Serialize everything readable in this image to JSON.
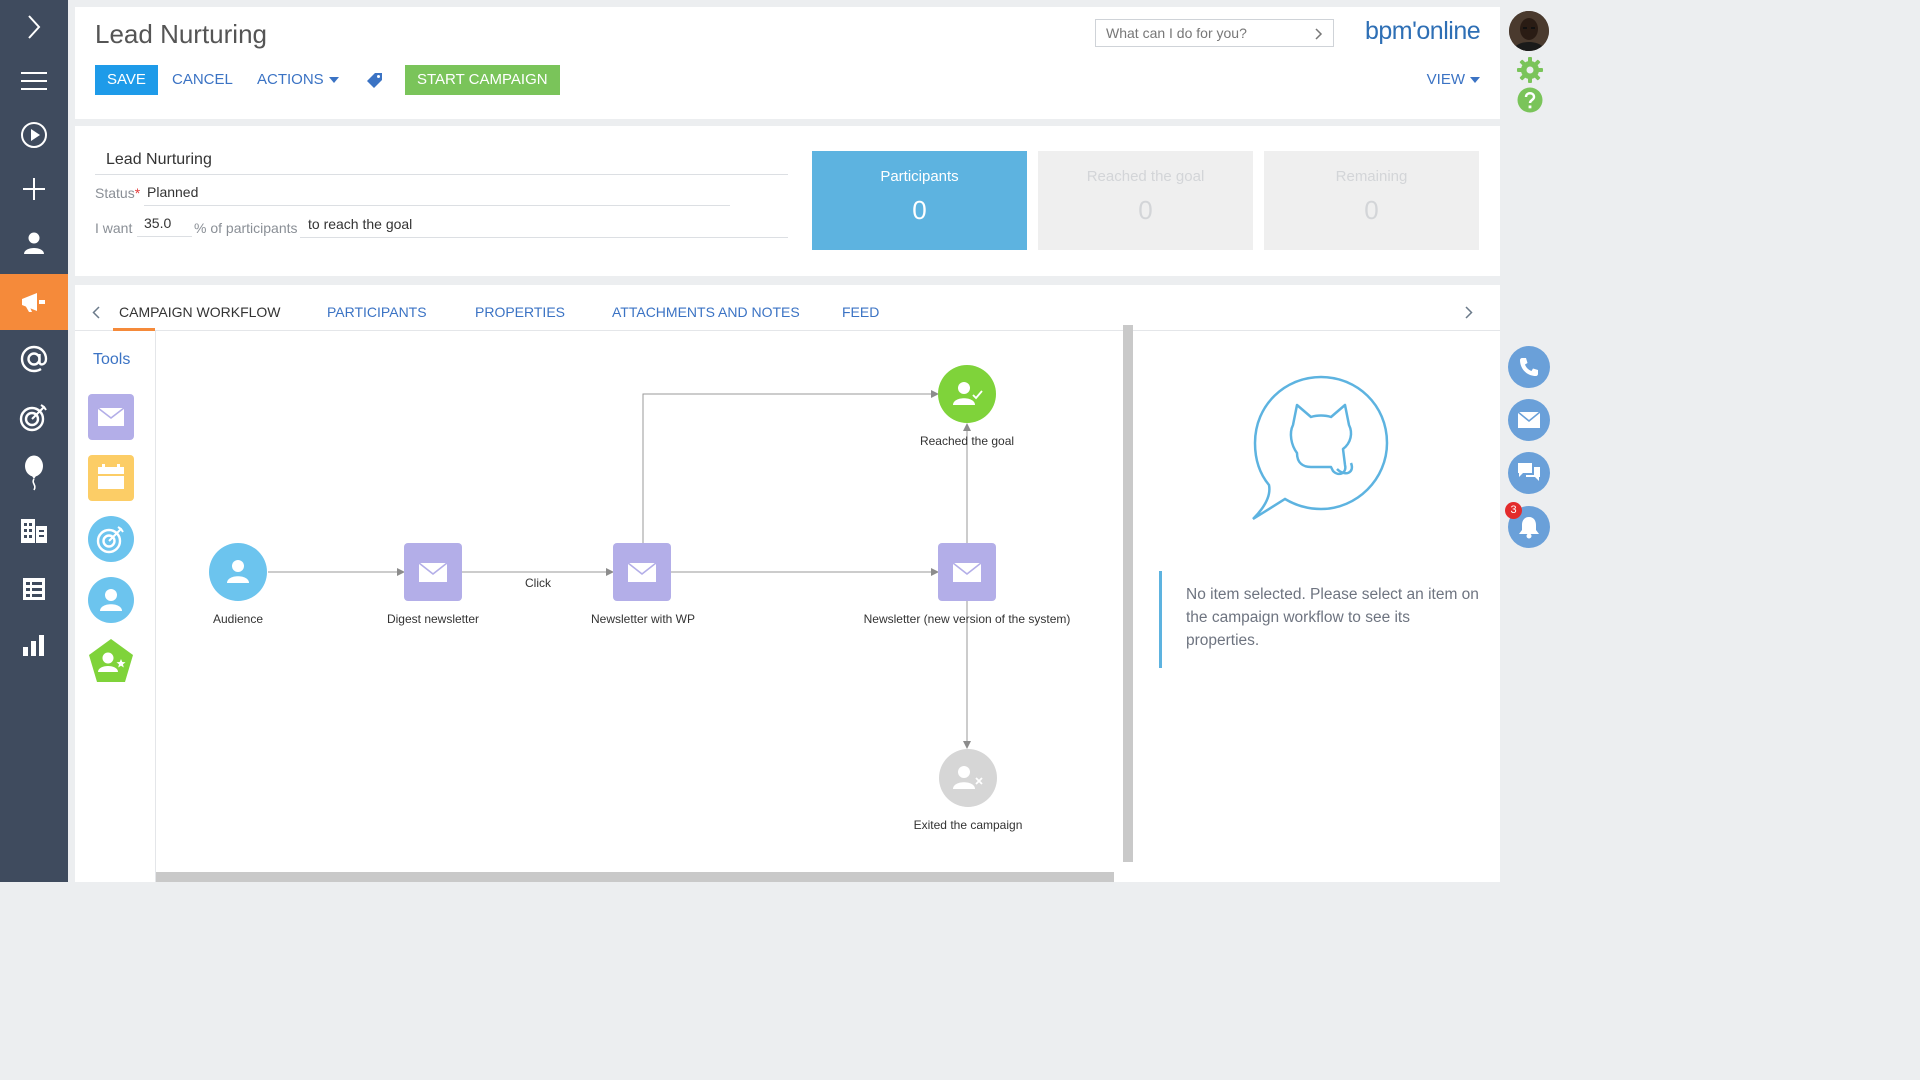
{
  "page": {
    "title": "Lead Nurturing"
  },
  "toolbar": {
    "save_label": "SAVE",
    "cancel_label": "CANCEL",
    "actions_label": "ACTIONS",
    "start_label": "START CAMPAIGN",
    "view_label": "VIEW"
  },
  "search": {
    "placeholder": "What can I do for you?"
  },
  "brand": {
    "logo_text": "bpm'online"
  },
  "form": {
    "name_value": "Lead Nurturing",
    "status_label": "Status",
    "status_value": "Planned",
    "iwant_label": "I want",
    "percent_value": "35.0",
    "percent_label": "% of participants",
    "goal_value": "to reach the goal"
  },
  "stats": [
    {
      "label": "Participants",
      "value": "0"
    },
    {
      "label": "Reached the goal",
      "value": "0"
    },
    {
      "label": "Remaining",
      "value": "0"
    }
  ],
  "tabs": [
    {
      "label": "CAMPAIGN WORKFLOW"
    },
    {
      "label": "PARTICIPANTS"
    },
    {
      "label": "PROPERTIES"
    },
    {
      "label": "ATTACHMENTS AND NOTES"
    },
    {
      "label": "FEED"
    }
  ],
  "tools": {
    "title": "Tools"
  },
  "workflow": {
    "nodes": [
      {
        "label": "Audience"
      },
      {
        "label": "Digest newsletter"
      },
      {
        "label": "Newsletter with WP"
      },
      {
        "label": "Newsletter (new version of the system)"
      },
      {
        "label": "Reached the goal"
      },
      {
        "label": "Exited the campaign"
      }
    ],
    "edge_label": "Click"
  },
  "properties": {
    "empty_message": "No item selected. Please select an item on the campaign workflow to see its properties."
  },
  "notifications": {
    "count": "3"
  },
  "colors": {
    "nav_bg": "#3f4b5e",
    "nav_active": "#f58a3a",
    "save_button": "#1e9be9",
    "start_button": "#7ac45a",
    "link": "#3b73c4",
    "participants_tile": "#5db3e0",
    "email_node": "#b3aee8",
    "audience_node": "#6cc4ee",
    "goal_node": "#7fd33a",
    "exit_node": "#d6d6d6"
  },
  "icons": {
    "nav": [
      "chevron-right-icon",
      "menu-icon",
      "play-icon",
      "plus-icon",
      "user-icon",
      "megaphone-icon",
      "at-icon",
      "target-icon",
      "balloon-icon",
      "buildings-icon",
      "building-list-icon",
      "bar-chart-icon"
    ],
    "right": [
      "gear-icon",
      "help-icon",
      "phone-icon",
      "mail-icon",
      "chat-icon",
      "bell-icon"
    ]
  }
}
